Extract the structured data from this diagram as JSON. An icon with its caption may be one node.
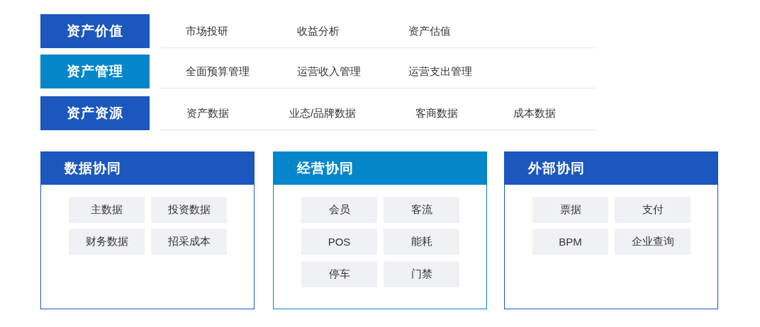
{
  "diagram": {
    "nodes": [
      {
        "text": [
          "资产价值"
        ]
      },
      {
        "text": [
          "资产管理"
        ]
      },
      {
        "text": [
          "资产资源"
        ]
      },
      {
        "text": [
          "数据协同"
        ]
      },
      {
        "text": [
          "主数据"
        ],
        "in": 3
      },
      {
        "text": [
          "投资数据"
        ],
        "in": 3
      },
      {
        "text": [
          "财务数据"
        ],
        "in": 3
      },
      {
        "text": [
          "招采成本"
        ],
        "in": 3
      },
      {
        "text": [
          "经营协同"
        ]
      },
      {
        "text": [
          "会员"
        ],
        "in": 8
      },
      {
        "text": [
          "客流"
        ],
        "in": 8
      },
      {
        "text": [
          "POS"
        ],
        "in": 8
      },
      {
        "text": [
          "能耗"
        ],
        "in": 8
      },
      {
        "text": [
          "停车"
        ],
        "in": 8
      },
      {
        "text": [
          "门禁"
        ],
        "in": 8
      },
      {
        "text": [
          "外部协同"
        ]
      },
      {
        "text": [
          "票据"
        ],
        "in": 15
      },
      {
        "text": [
          "支付"
        ],
        "in": 15
      },
      {
        "text": [
          "BPM"
        ],
        "in": 15
      },
      {
        "text": [
          "企业查询"
        ],
        "in": 15
      }
    ],
    "labels": [
      "市场投研",
      "收益分析",
      "资产估值",
      "全面预算管理",
      "运营收入管理",
      "运营支出管理",
      "资产数据",
      "业态/品牌数据",
      "客商数据",
      "成本数据"
    ]
  }
}
